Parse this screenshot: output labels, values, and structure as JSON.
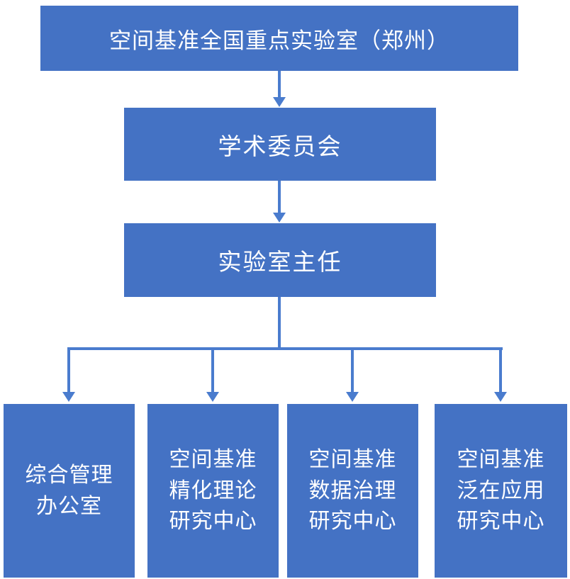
{
  "diagram": {
    "type": "org-chart",
    "background": "#FFFFFF",
    "colors": {
      "box_fill": "#4472C4",
      "connector": "#4A7CCE",
      "text": "#FFFFFF"
    },
    "nodes": {
      "laboratory": {
        "label": "空间基准全国重点实验室（郑州）"
      },
      "committee": {
        "label": "学术委员会"
      },
      "director": {
        "label": "实验室主任"
      },
      "dept1": {
        "label": "综合管理\n办公室"
      },
      "dept2": {
        "label": "空间基准\n精化理论\n研究中心"
      },
      "dept3": {
        "label": "空间基准\n数据治理\n研究中心"
      },
      "dept4": {
        "label": "空间基准\n泛在应用\n研究中心"
      }
    },
    "edges": [
      {
        "from": "laboratory",
        "to": "committee"
      },
      {
        "from": "committee",
        "to": "director"
      },
      {
        "from": "director",
        "to": "dept1"
      },
      {
        "from": "director",
        "to": "dept2"
      },
      {
        "from": "director",
        "to": "dept3"
      },
      {
        "from": "director",
        "to": "dept4"
      }
    ]
  }
}
